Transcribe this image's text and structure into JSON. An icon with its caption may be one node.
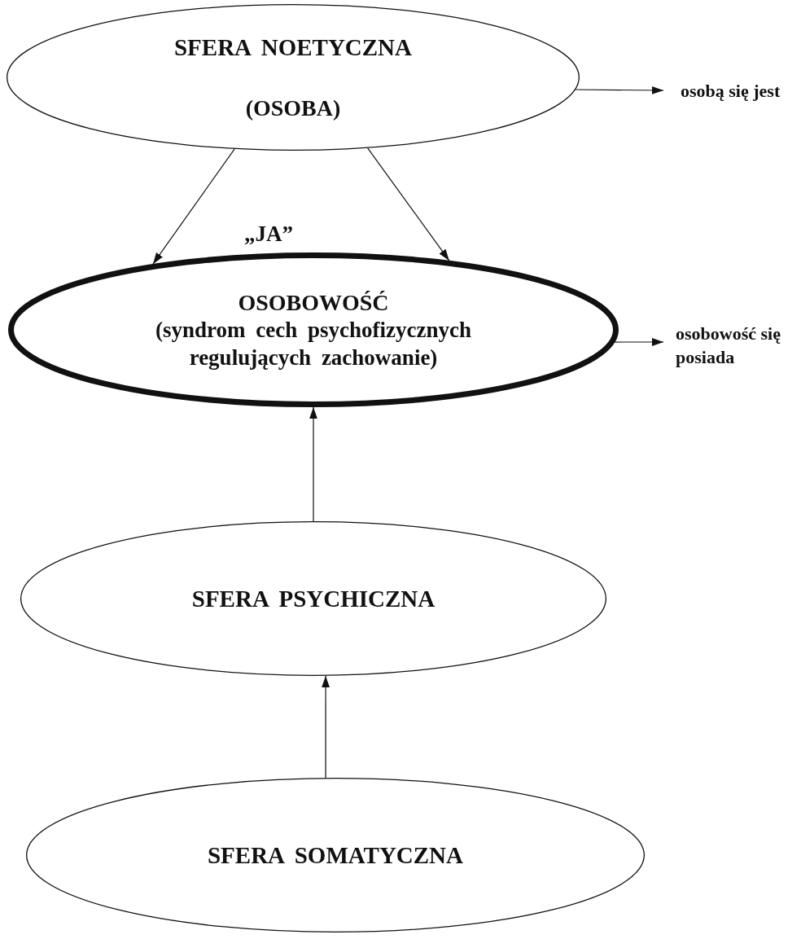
{
  "diagram": {
    "nodes": [
      {
        "text": [
          "SFERA NOETYCZNA",
          "(OSOBA)"
        ]
      },
      {
        "text": [
          "osobą się jest"
        ]
      },
      {
        "text": [
          "OSOBOWOŚĆ",
          "(syndrom cech psychofizycznych regulujących zachowanie)"
        ]
      },
      {
        "text": [
          "osobowość się posiada"
        ]
      },
      {
        "text": [
          "SFERA PSYCHICZNA"
        ]
      },
      {
        "text": [
          "SFERA SOMATYCZNA"
        ]
      }
    ],
    "edges": [
      {
        "from": 0,
        "to": 2,
        "arrow": "to"
      },
      {
        "from": 0,
        "to": 2,
        "arrow": "to"
      },
      {
        "from": 0,
        "to": 1,
        "arrow": "to"
      },
      {
        "from": 2,
        "to": 3,
        "arrow": "to"
      },
      {
        "from": 4,
        "to": 2,
        "arrow": "to"
      },
      {
        "from": 5,
        "to": 4,
        "arrow": "to"
      }
    ],
    "labels": [
      "„JA”"
    ]
  }
}
